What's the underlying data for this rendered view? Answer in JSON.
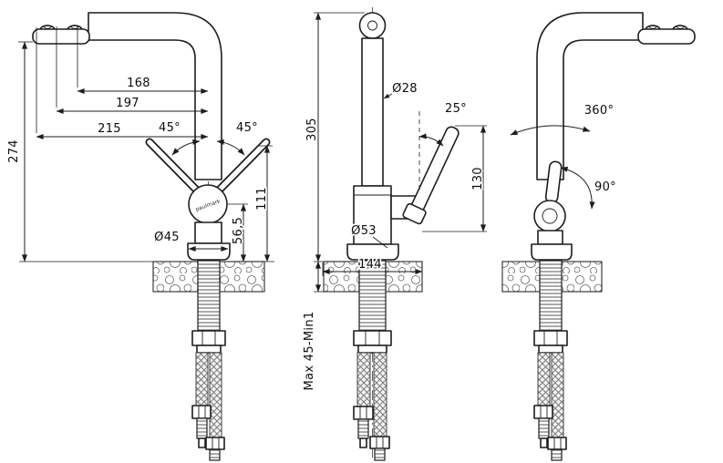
{
  "colors": {
    "background": "#ffffff",
    "line": "#1d1d1d"
  },
  "drawing": {
    "brand": "paulmark",
    "left_view": {
      "dim_168": "168",
      "dim_197": "197",
      "dim_215": "215",
      "dim_274": "274",
      "angle_left_lever": "45°",
      "angle_right_lever": "45°",
      "dia_base": "Ø45",
      "dim_111": "111",
      "dim_56_5": "56,5"
    },
    "front_view": {
      "dim_305": "305",
      "dia_spout": "Ø28",
      "angle_handle": "25°",
      "dim_130": "130",
      "dia_body": "Ø53",
      "dim_144": "144",
      "mount_thickness": "Max 45-Min1"
    },
    "right_view": {
      "spout_rotation": "360°",
      "handle_rotation": "90°"
    }
  }
}
